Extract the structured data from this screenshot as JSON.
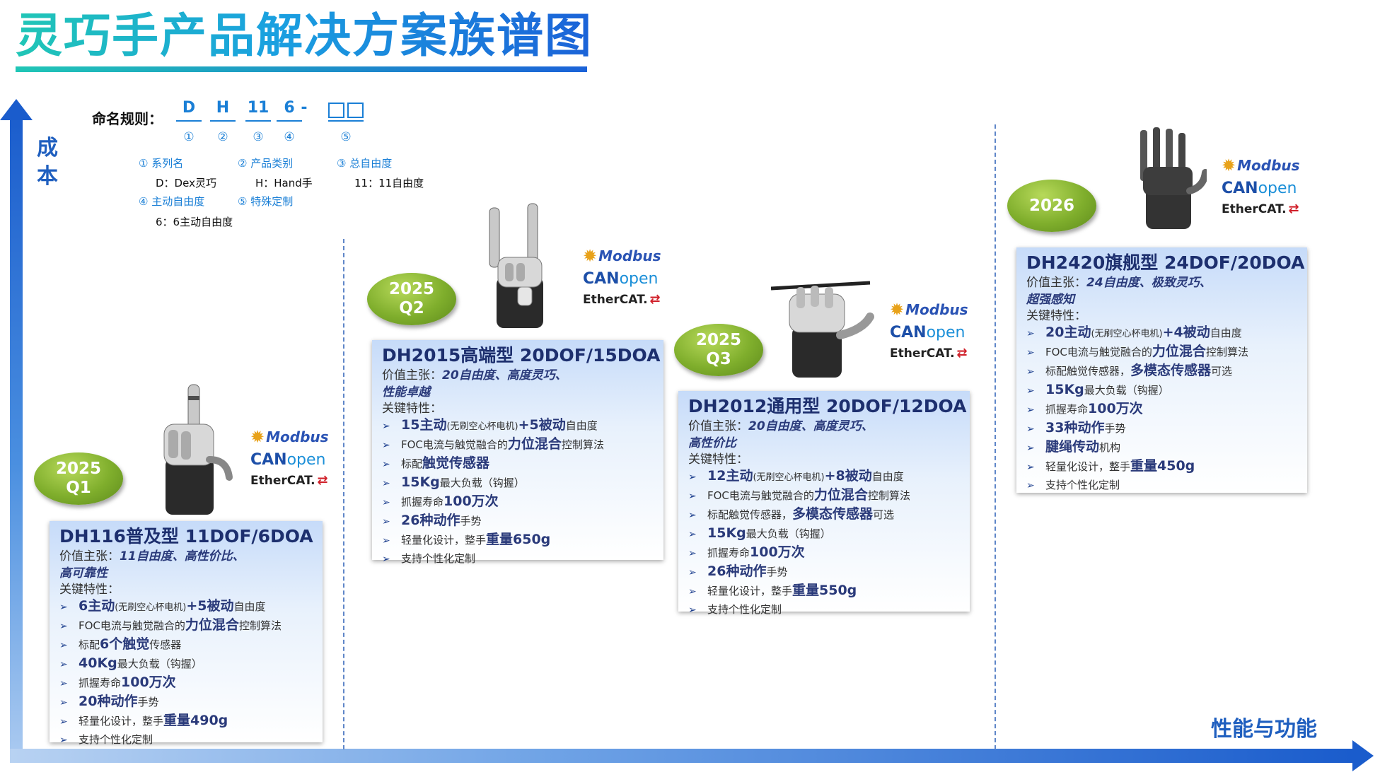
{
  "title": "灵巧手产品解决方案族谱图",
  "axes": {
    "y_label": "成本",
    "x_label": "性能与功能"
  },
  "naming_rule": {
    "label": "命名规则：",
    "letters": [
      "D",
      "H",
      "11",
      "6",
      "-"
    ],
    "numbers": [
      "①",
      "②",
      "③",
      "④",
      "⑤"
    ],
    "legend": [
      {
        "name": "① 系列名",
        "value": "D：Dex灵巧"
      },
      {
        "name": "② 产品类别",
        "value": "H：Hand手"
      },
      {
        "name": "③ 总自由度",
        "value": "11：11自由度"
      },
      {
        "name": "④ 主动自由度",
        "value": "6：6主动自由度"
      },
      {
        "name": "⑤ 特殊定制",
        "value": ""
      }
    ]
  },
  "logos": {
    "modbus": "Modbus",
    "can_bold": "CAN",
    "can_light": "open",
    "ethercat": "EtherCAT."
  },
  "products": [
    {
      "year": "2025",
      "quarter": "Q1",
      "title": "DH116普及型 11DOF/6DOA",
      "value_label": "价值主张：",
      "value_line1": "11自由度、高性价比、",
      "value_line2": "高可靠性",
      "features_label": "关键特性：",
      "features": [
        {
          "bold": "6主动",
          "small": "(无刷空心杯电机)",
          "bold2": "+5被动",
          "rest": "自由度"
        },
        {
          "pre": "FOC电流与触觉融合的",
          "bold": "力位混合",
          "rest": "控制算法"
        },
        {
          "pre": "标配",
          "bold": "6个触觉",
          "rest": "传感器"
        },
        {
          "bold": "40Kg",
          "rest": "最大负载（钩握）"
        },
        {
          "pre": "抓握寿命",
          "bold": "100万次"
        },
        {
          "bold": "20种动作",
          "rest": "手势"
        },
        {
          "pre": "轻量化设计，整手",
          "bold": "重量490g"
        },
        {
          "pre": "支持个性化定制"
        }
      ]
    },
    {
      "year": "2025",
      "quarter": "Q2",
      "title": "DH2015高端型 20DOF/15DOA",
      "value_label": "价值主张：",
      "value_line1": "20自由度、高度灵巧、",
      "value_line2": "性能卓越",
      "features_label": "关键特性：",
      "features": [
        {
          "bold": "15主动",
          "small": "(无刷空心杯电机)",
          "bold2": "+5被动",
          "rest": "自由度"
        },
        {
          "pre": "FOC电流与触觉融合的",
          "bold": "力位混合",
          "rest": "控制算法"
        },
        {
          "pre": "标配",
          "bold": "触觉传感器"
        },
        {
          "bold": "15Kg",
          "rest": "最大负载（钩握）"
        },
        {
          "pre": "抓握寿命",
          "bold": "100万次"
        },
        {
          "bold": "26种动作",
          "rest": "手势"
        },
        {
          "pre": "轻量化设计，整手",
          "bold": "重量650g"
        },
        {
          "pre": "支持个性化定制"
        }
      ]
    },
    {
      "year": "2025",
      "quarter": "Q3",
      "title": "DH2012通用型 20DOF/12DOA",
      "value_label": "价值主张：",
      "value_line1": "20自由度、高度灵巧、",
      "value_line2": "高性价比",
      "features_label": "关键特性：",
      "features": [
        {
          "bold": "12主动",
          "small": "(无刷空心杯电机)",
          "bold2": "+8被动",
          "rest": "自由度"
        },
        {
          "pre": "FOC电流与触觉融合的",
          "bold": "力位混合",
          "rest": "控制算法"
        },
        {
          "pre": "标配触觉传感器，",
          "bold": "多模态传感器",
          "rest": "可选"
        },
        {
          "bold": "15Kg",
          "rest": "最大负载（钩握）"
        },
        {
          "pre": "抓握寿命",
          "bold": "100万次"
        },
        {
          "bold": "26种动作",
          "rest": "手势"
        },
        {
          "pre": "轻量化设计，整手",
          "bold": "重量550g"
        },
        {
          "pre": "支持个性化定制"
        }
      ]
    },
    {
      "year": "2026",
      "quarter": "",
      "title": "DH2420旗舰型 24DOF/20DOA",
      "value_label": "价值主张：",
      "value_line1": "24自由度、极致灵巧、",
      "value_line2": "超强感知",
      "features_label": "关键特性：",
      "features": [
        {
          "bold": "20主动",
          "small": "(无刷空心杯电机)",
          "bold2": "+4被动",
          "rest": "自由度"
        },
        {
          "pre": "FOC电流与触觉融合的",
          "bold": "力位混合",
          "rest": "控制算法"
        },
        {
          "pre": "标配触觉传感器，",
          "bold": "多模态传感器",
          "rest": "可选"
        },
        {
          "bold": "15Kg",
          "rest": "最大负载（钩握）"
        },
        {
          "pre": "抓握寿命",
          "bold": "100万次"
        },
        {
          "bold": "33种动作",
          "rest": "手势"
        },
        {
          "bold": "腱绳传动",
          "rest": "机构"
        },
        {
          "pre": "轻量化设计，整手",
          "bold": "重量450g"
        },
        {
          "pre": "支持个性化定制"
        }
      ]
    }
  ]
}
